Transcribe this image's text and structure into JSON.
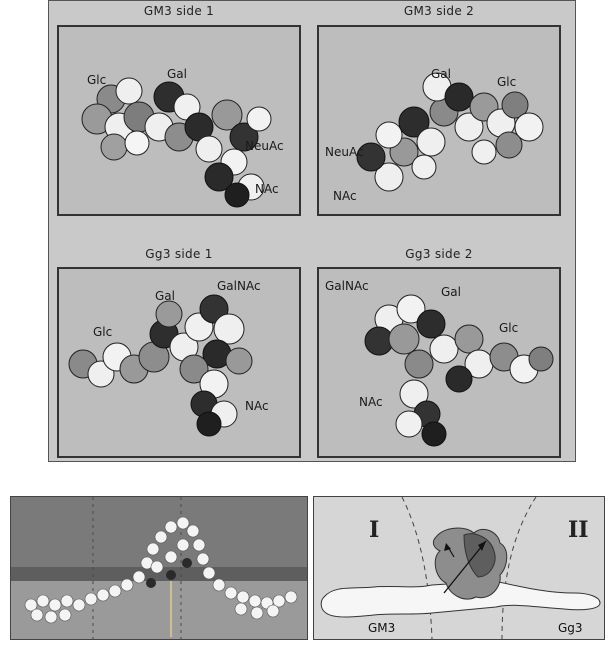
{
  "panels": {
    "gm3_side1": {
      "title": "GM3 side 1",
      "labels": {
        "glc": "Glc",
        "gal": "Gal",
        "neuac": "NeuAc",
        "nac": "NAc"
      }
    },
    "gm3_side2": {
      "title": "GM3 side 2",
      "labels": {
        "gal": "Gal",
        "glc": "Glc",
        "neuac": "NeuAc",
        "nac": "NAc"
      }
    },
    "gg3_side1": {
      "title": "Gg3 side 1",
      "labels": {
        "gal": "Gal",
        "galnac": "GalNAc",
        "glc": "Glc",
        "nac": "NAc"
      }
    },
    "gg3_side2": {
      "title": "Gg3 side 2",
      "labels": {
        "galnac": "GalNAc",
        "gal": "Gal",
        "glc": "Glc",
        "nac": "NAc"
      }
    }
  },
  "bottom": {
    "region_left": "I",
    "region_right": "II",
    "label_gm3": "GM3",
    "label_gg3": "Gg3"
  }
}
